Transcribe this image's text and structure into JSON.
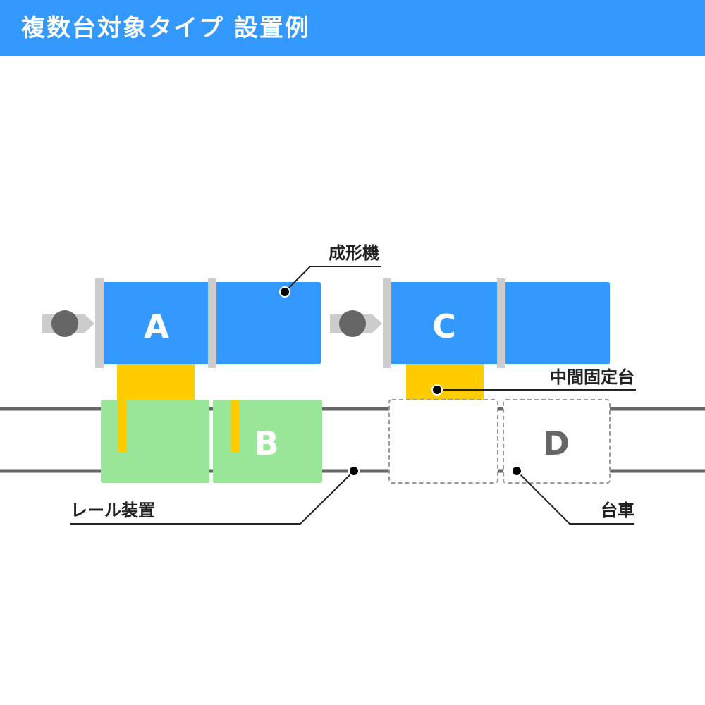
{
  "header": {
    "title": "複数台対象タイプ 設置例"
  },
  "diagram": {
    "units": {
      "a": "A",
      "b": "B",
      "c": "C",
      "d": "D"
    },
    "callouts": {
      "molding_machine": "成形機",
      "intermediate_fixed_stand": "中間固定台",
      "rail_device": "レール装置",
      "cart": "台車"
    }
  },
  "colors": {
    "header": "#3399ff",
    "machine": "#3399ff",
    "fixed_stand": "#ffcc00",
    "cart": "#99e699",
    "rail": "#666666",
    "divider": "#cccccc",
    "empty_slot_border": "#999999"
  }
}
